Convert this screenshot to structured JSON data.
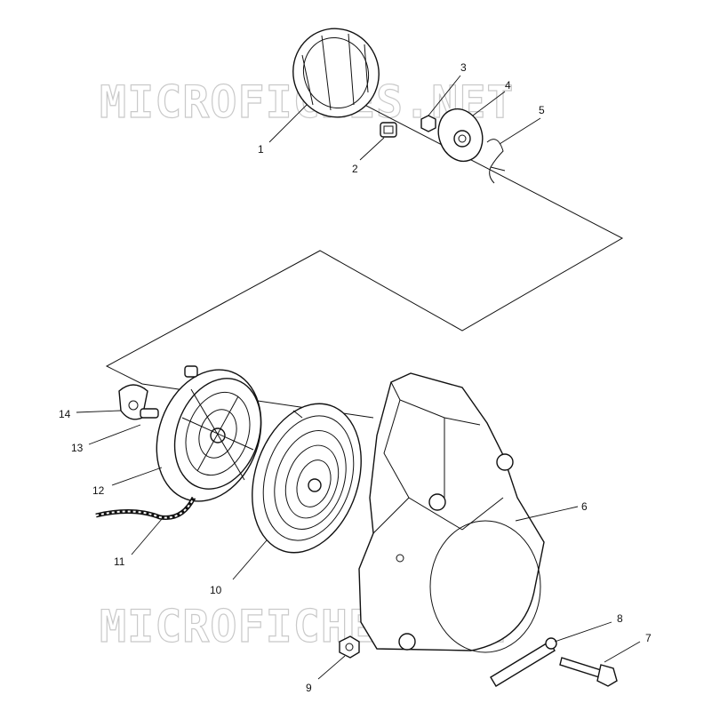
{
  "watermarks": [
    "MICROFICHES.NET",
    "MICROFICHES.NET"
  ],
  "callouts": [
    {
      "id": "1",
      "label": "1"
    },
    {
      "id": "2",
      "label": "2"
    },
    {
      "id": "3",
      "label": "3"
    },
    {
      "id": "4",
      "label": "4"
    },
    {
      "id": "5",
      "label": "5"
    },
    {
      "id": "6",
      "label": "6"
    },
    {
      "id": "7",
      "label": "7"
    },
    {
      "id": "8",
      "label": "8"
    },
    {
      "id": "9",
      "label": "9"
    },
    {
      "id": "10",
      "label": "10"
    },
    {
      "id": "11",
      "label": "11"
    },
    {
      "id": "12",
      "label": "12"
    },
    {
      "id": "13",
      "label": "13"
    },
    {
      "id": "14",
      "label": "14"
    }
  ]
}
